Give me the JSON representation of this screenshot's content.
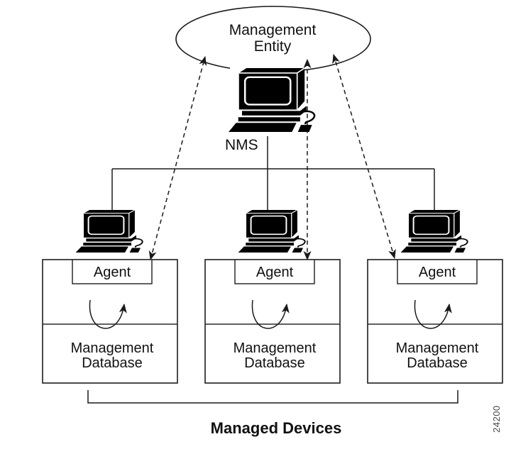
{
  "figure": {
    "management_entity": {
      "line1": "Management",
      "line2": "Entity"
    },
    "nms": {
      "label": "NMS"
    },
    "devices": [
      {
        "agent_label": "Agent",
        "database_line1": "Management",
        "database_line2": "Database"
      },
      {
        "agent_label": "Agent",
        "database_line1": "Management",
        "database_line2": "Database"
      },
      {
        "agent_label": "Agent",
        "database_line1": "Management",
        "database_line2": "Database"
      }
    ],
    "caption": "Managed Devices",
    "figure_number": "24200",
    "icons": {
      "nms_icon": "desktop-computer-icon",
      "device_icon": "desktop-computer-icon"
    },
    "colors": {
      "background": "#ffffff",
      "line": "#1a1a1a",
      "box_stroke": "#2b2b2b",
      "text": "#111111",
      "figure_number": "#4a4a4a"
    }
  }
}
